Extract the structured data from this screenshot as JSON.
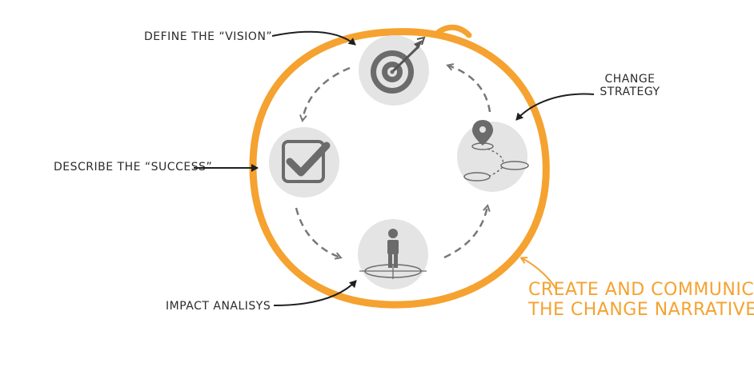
{
  "labels": {
    "vision": "DEFINE THE “VISION”",
    "strategy_line1": "CHANGE",
    "strategy_line2": "STRATEGY",
    "success": "DESCRIBE THE “SUCCESS”",
    "impact": "IMPACT ANALISYS",
    "narrative_line1": "CREATE AND COMMUNICATE",
    "narrative_line2": "THE CHANGE NARRATIVE"
  },
  "colors": {
    "ring": "#f5a230",
    "icon_bg": "#e4e4e4",
    "icon": "#6b6b6b",
    "ink": "#2b2b2b"
  },
  "icons": [
    "target-icon",
    "map-pin-route-icon",
    "person-target-icon",
    "checkbox-icon"
  ]
}
